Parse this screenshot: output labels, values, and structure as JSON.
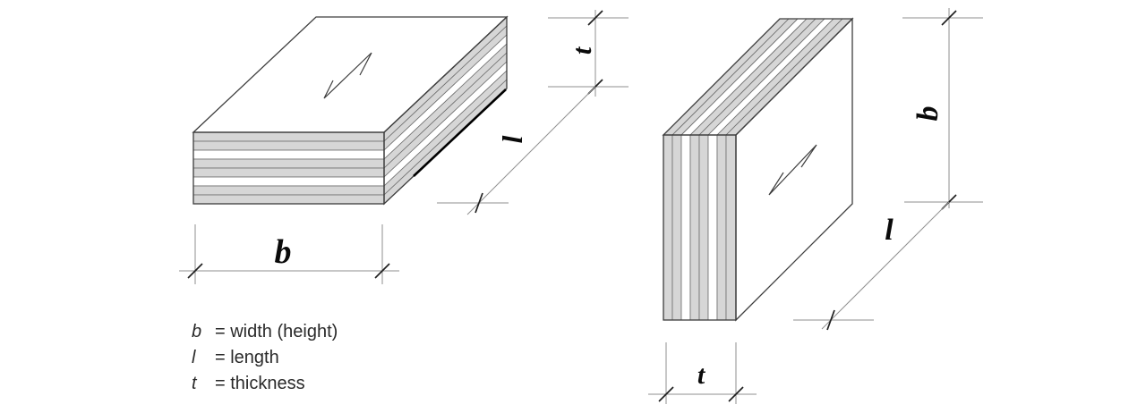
{
  "figure": {
    "description": "Laminated panel dimension diagram, two isometric views",
    "left_view": {
      "t_label": "t",
      "l_label": "l",
      "b_label": "b"
    },
    "right_view": {
      "b_label": "b",
      "l_label": "l",
      "t_label": "t"
    },
    "legend": {
      "items": [
        {
          "symbol": "b",
          "definition": "= width (height)"
        },
        {
          "symbol": "l",
          "definition": "= length"
        },
        {
          "symbol": "t",
          "definition": "= thickness"
        }
      ]
    },
    "colors": {
      "lamination": "#d6d6d6",
      "gap": "#ffffff",
      "outline": "#3d3d3d",
      "dimension_line": "#8f8f8f",
      "tick": "#1f1f1f",
      "text": "#0a0a0a",
      "background": "#ffffff"
    }
  }
}
